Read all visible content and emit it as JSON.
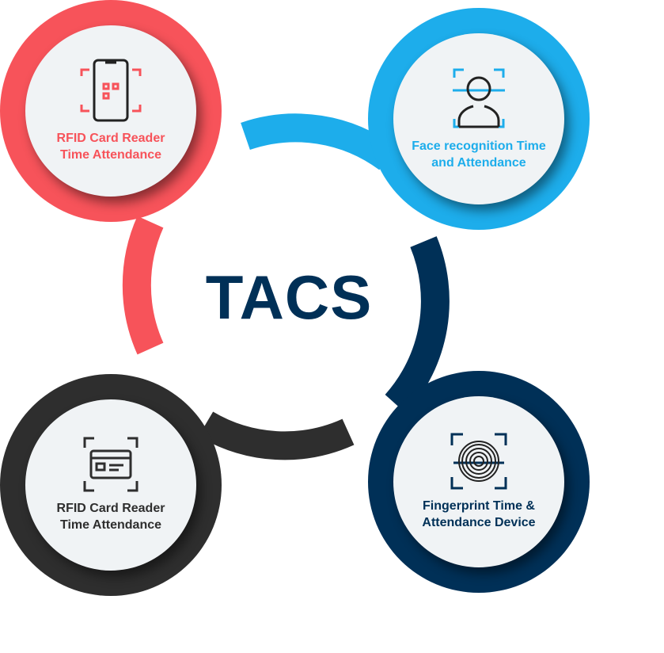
{
  "title": "TACS",
  "colors": {
    "red": "#F7535A",
    "blue": "#1DADEB",
    "gray": "#2E2E2E",
    "navy": "#003057"
  },
  "nodes": [
    {
      "label": "RFID Card Reader Time Attendance",
      "icon": "phone-qr-scan-icon"
    },
    {
      "label": "Face recognition Time and Attendance",
      "icon": "face-scan-icon"
    },
    {
      "label": "RFID Card Reader Time Attendance",
      "icon": "id-card-scan-icon"
    },
    {
      "label": "Fingerprint Time & Attendance Device",
      "icon": "fingerprint-scan-icon"
    }
  ]
}
